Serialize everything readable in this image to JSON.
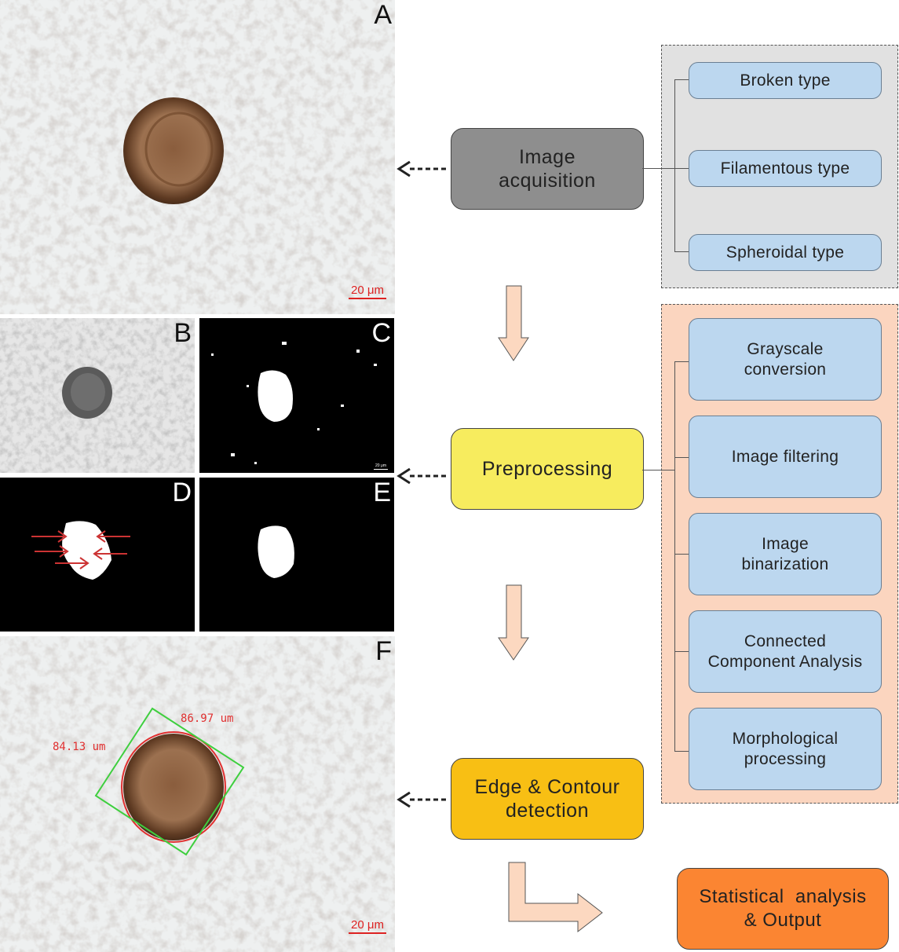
{
  "panels": {
    "A": {
      "label": "A",
      "scale": "20 μm"
    },
    "B": {
      "label": "B"
    },
    "C": {
      "label": "C",
      "scale": "20 μm"
    },
    "D": {
      "label": "D"
    },
    "E": {
      "label": "E"
    },
    "F": {
      "label": "F",
      "scale": "20 μm",
      "width_measure": "86.97 um",
      "height_measure": "84.13 um"
    }
  },
  "flow": {
    "acquisition": "Image\nacquisition",
    "preprocessing": "Preprocessing",
    "edge": "Edge & Contour\ndetection",
    "output": "Statistical  analysis\n& Output"
  },
  "acquisition_types": [
    "Broken type",
    "Filamentous type",
    "Spheroidal type"
  ],
  "preprocessing_steps": [
    "Grayscale\nconversion",
    "Image filtering",
    "Image\nbinarization",
    "Connected\nComponent Analysis",
    "Morphological\nprocessing"
  ],
  "colors": {
    "acquisition": "#8e8e8e",
    "preprocessing": "#f7ec5e",
    "edge": "#f8bf14",
    "output": "#fb8532",
    "sub_box": "#bcd7ef",
    "group_gray": "#e1e1e1",
    "group_peach": "#fbd5bf",
    "arrow_fill": "#fcd8c0"
  }
}
